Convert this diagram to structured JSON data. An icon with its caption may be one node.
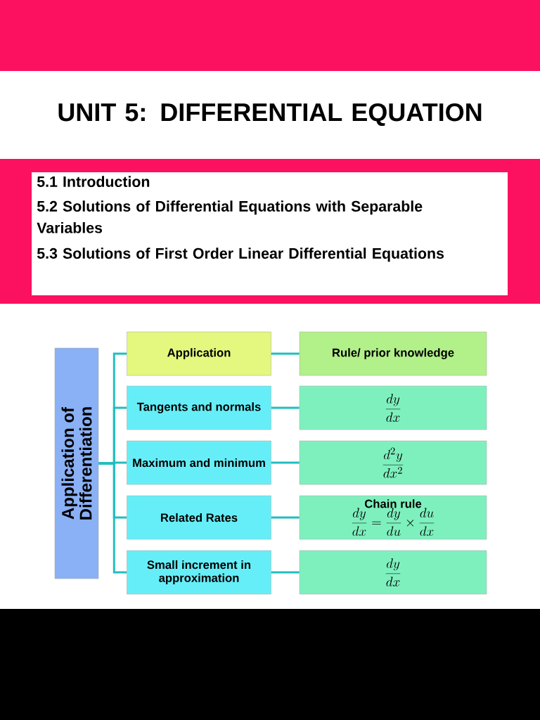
{
  "diagram": {
    "title": "UNIT 5: DIFFERENTIAL EQUATION",
    "nodes": [
      {
        "text": [
          "Application of Differentiation"
        ]
      },
      {
        "text": [
          "Application"
        ]
      },
      {
        "text": [
          "Tangents and normals"
        ]
      },
      {
        "text": [
          "Maximum and minimum"
        ]
      },
      {
        "text": [
          "Related Rates"
        ]
      },
      {
        "text": [
          "Small increment in approximation"
        ]
      },
      {
        "text": [
          "Rule/ prior knowledge"
        ]
      },
      {
        "text": [
          "\\frac{dy}{dx}"
        ]
      },
      {
        "text": [
          "\\frac{d^{2}y}{dx^{2}}"
        ]
      },
      {
        "text": [
          "Chain rule",
          "\\frac{dy}{dx}=\\frac{dy}{du}\\times\\frac{du}{dx}"
        ]
      },
      {
        "text": [
          "\\frac{dy}{dx}"
        ]
      }
    ],
    "edges": [
      {
        "from": 0,
        "to": 1,
        "arrow": "none"
      },
      {
        "from": 0,
        "to": 2,
        "arrow": "none"
      },
      {
        "from": 0,
        "to": 3,
        "arrow": "none"
      },
      {
        "from": 0,
        "to": 4,
        "arrow": "none"
      },
      {
        "from": 0,
        "to": 5,
        "arrow": "none"
      },
      {
        "from": 1,
        "to": 6,
        "arrow": "none"
      },
      {
        "from": 2,
        "to": 7,
        "arrow": "none"
      },
      {
        "from": 3,
        "to": 8,
        "arrow": "none"
      },
      {
        "from": 4,
        "to": 9,
        "arrow": "none"
      },
      {
        "from": 5,
        "to": 10,
        "arrow": "none"
      }
    ],
    "labels": [
      "5.1 Introduction",
      "5.2 Solutions of Differential Equations with Separable Variables",
      "5.3 Solutions of First Order Linear Differential Equations"
    ]
  }
}
